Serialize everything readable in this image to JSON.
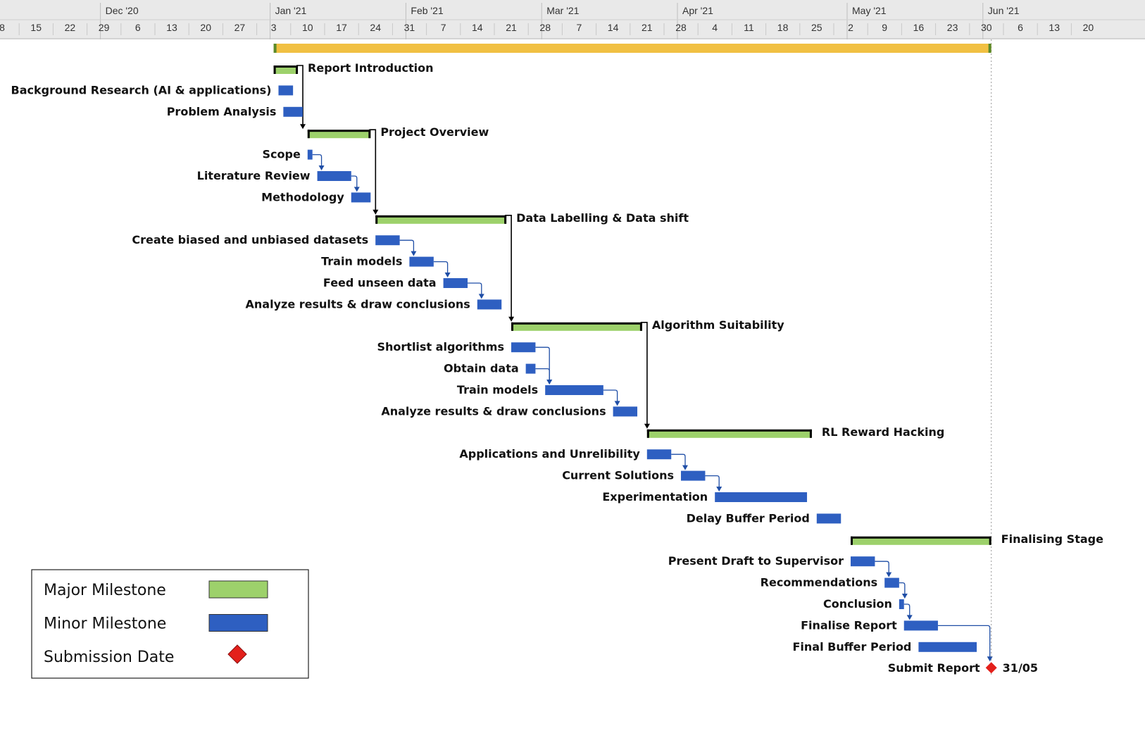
{
  "colors": {
    "project_bar": "#f1c042",
    "major": "#9dd16b",
    "minor": "#2e5fc1",
    "submission": "#e3201b",
    "link": "#1f4ea6",
    "dependency": "#000000"
  },
  "timescale": {
    "month_labels": [
      {
        "label": "Dec '20",
        "date": "2020-11-29"
      },
      {
        "label": "Jan '21",
        "date": "2021-01-03"
      },
      {
        "label": "Feb '21",
        "date": "2021-01-31"
      },
      {
        "label": "Mar '21",
        "date": "2021-02-28"
      },
      {
        "label": "Apr '21",
        "date": "2021-03-28"
      },
      {
        "label": "May '21",
        "date": "2021-05-02"
      },
      {
        "label": "Jun '21",
        "date": "2021-05-30"
      }
    ],
    "week_labels": [
      "8",
      "15",
      "22",
      "29",
      "6",
      "13",
      "20",
      "27",
      "3",
      "10",
      "17",
      "24",
      "31",
      "7",
      "14",
      "21",
      "28",
      "7",
      "14",
      "21",
      "28",
      "4",
      "11",
      "18",
      "25",
      "2",
      "9",
      "16",
      "23",
      "30",
      "6",
      "13",
      "20"
    ]
  },
  "chart_data": {
    "type": "gantt",
    "title": "",
    "x_start": "2020-11-08",
    "project": {
      "start": "2021-01-03",
      "end": "2021-05-31"
    },
    "tasks": [
      {
        "name": "Report Introduction",
        "type": "major",
        "start": "2021-01-03",
        "end": "2021-01-08"
      },
      {
        "name": "Background Research (AI & applications)",
        "type": "minor",
        "start": "2021-01-04",
        "end": "2021-01-07"
      },
      {
        "name": "Problem Analysis",
        "type": "minor",
        "start": "2021-01-05",
        "end": "2021-01-09"
      },
      {
        "name": "Project Overview",
        "type": "major",
        "start": "2021-01-10",
        "end": "2021-01-23"
      },
      {
        "name": "Scope",
        "type": "minor",
        "start": "2021-01-10",
        "end": "2021-01-11"
      },
      {
        "name": "Literature Review",
        "type": "minor",
        "start": "2021-01-12",
        "end": "2021-01-19"
      },
      {
        "name": "Methodology",
        "type": "minor",
        "start": "2021-01-19",
        "end": "2021-01-23"
      },
      {
        "name": "Data Labelling & Data shift",
        "type": "major",
        "start": "2021-01-24",
        "end": "2021-02-20"
      },
      {
        "name": "Create biased and unbiased datasets",
        "type": "minor",
        "start": "2021-01-24",
        "end": "2021-01-29"
      },
      {
        "name": "Train models",
        "type": "minor",
        "start": "2021-01-31",
        "end": "2021-02-05"
      },
      {
        "name": "Feed unseen data",
        "type": "minor",
        "start": "2021-02-07",
        "end": "2021-02-12"
      },
      {
        "name": "Analyze results & draw conclusions",
        "type": "minor",
        "start": "2021-02-14",
        "end": "2021-02-19"
      },
      {
        "name": "Algorithm Suitability",
        "type": "major",
        "start": "2021-02-21",
        "end": "2021-03-20"
      },
      {
        "name": "Shortlist algorithms",
        "type": "minor",
        "start": "2021-02-21",
        "end": "2021-02-26"
      },
      {
        "name": "Obtain data",
        "type": "minor",
        "start": "2021-02-24",
        "end": "2021-02-26"
      },
      {
        "name": "Train models",
        "type": "minor",
        "start": "2021-02-28",
        "end": "2021-03-12"
      },
      {
        "name": "Analyze results & draw conclusions",
        "type": "minor",
        "start": "2021-03-14",
        "end": "2021-03-19"
      },
      {
        "name": "RL Reward Hacking",
        "type": "major",
        "start": "2021-03-21",
        "end": "2021-04-24"
      },
      {
        "name": "Applications and Unrelibility",
        "type": "minor",
        "start": "2021-03-21",
        "end": "2021-03-26"
      },
      {
        "name": "Current Solutions",
        "type": "minor",
        "start": "2021-03-28",
        "end": "2021-04-02"
      },
      {
        "name": "Experimentation",
        "type": "minor",
        "start": "2021-04-04",
        "end": "2021-04-23"
      },
      {
        "name": "Delay Buffer Period",
        "type": "minor",
        "start": "2021-04-25",
        "end": "2021-04-30"
      },
      {
        "name": "Finalising Stage",
        "type": "major",
        "start": "2021-05-02",
        "end": "2021-05-31"
      },
      {
        "name": "Present Draft to Supervisor",
        "type": "minor",
        "start": "2021-05-02",
        "end": "2021-05-07"
      },
      {
        "name": "Recommendations",
        "type": "minor",
        "start": "2021-05-09",
        "end": "2021-05-12"
      },
      {
        "name": "Conclusion",
        "type": "minor",
        "start": "2021-05-12",
        "end": "2021-05-13"
      },
      {
        "name": "Finalise Report",
        "type": "minor",
        "start": "2021-05-13",
        "end": "2021-05-20"
      },
      {
        "name": "Final Buffer Period",
        "type": "minor",
        "start": "2021-05-16",
        "end": "2021-05-28"
      },
      {
        "name": "Submit Report",
        "type": "milestone",
        "date": "2021-05-31",
        "date_label": "31/05"
      }
    ],
    "links": [
      {
        "from": 0,
        "to": 3
      },
      {
        "from": 3,
        "to": 7
      },
      {
        "from": 7,
        "to": 12
      },
      {
        "from": 12,
        "to": 17
      },
      {
        "from": 4,
        "to": 5
      },
      {
        "from": 5,
        "to": 6
      },
      {
        "from": 8,
        "to": 9
      },
      {
        "from": 9,
        "to": 10
      },
      {
        "from": 10,
        "to": 11
      },
      {
        "from": 13,
        "to": 15
      },
      {
        "from": 14,
        "to": 15
      },
      {
        "from": 15,
        "to": 16
      },
      {
        "from": 18,
        "to": 19
      },
      {
        "from": 19,
        "to": 20
      },
      {
        "from": 23,
        "to": 24
      },
      {
        "from": 24,
        "to": 25
      },
      {
        "from": 25,
        "to": 26
      },
      {
        "from": 26,
        "to": 28
      }
    ],
    "legend": {
      "position": "bottom-left",
      "items": [
        {
          "label": "Major Milestone",
          "kind": "major"
        },
        {
          "label": "Minor Milestone",
          "kind": "minor"
        },
        {
          "label": "Submission  Date",
          "kind": "milestone"
        }
      ]
    }
  }
}
